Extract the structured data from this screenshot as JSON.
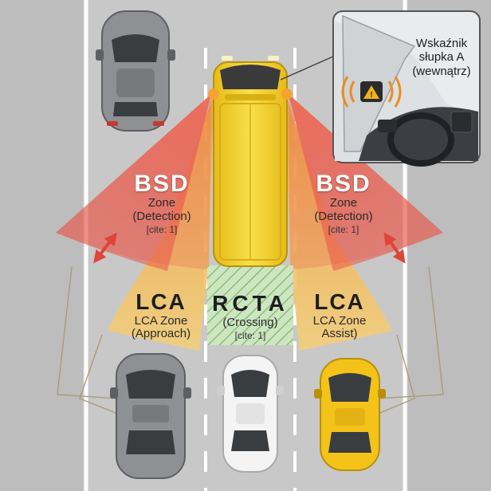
{
  "labels": {
    "bsd_left": {
      "title": "BSD",
      "line1": "Zone",
      "line2": "(Detection)",
      "cite": "[cite: 1]"
    },
    "bsd_right": {
      "title": "BSD",
      "line1": "Zone",
      "line2": "(Detection)",
      "cite": "[cite: 1]"
    },
    "lca_left": {
      "title": "LCA",
      "line1": "LCA Zone",
      "line2": "(Approach)"
    },
    "lca_right": {
      "title": "LCA",
      "line1": "LCA Zone",
      "line2": "Assist)"
    },
    "rcta": {
      "title": "RCTA",
      "line1": "(Crossing)",
      "cite": "[cite: 1]"
    }
  },
  "inset": {
    "line1": "Wskaźnik",
    "line2": "słupka A",
    "line3": "(wewnątrz)"
  },
  "colors": {
    "road": "#c8c8c8",
    "van": "#f2cf2e",
    "bsd_zone": "#e8584a",
    "lca_zone": "#f2b24a",
    "rcta_zone": "#9bd08b",
    "gray_car": "#8e9093",
    "white_car": "#f4f4f4",
    "yellow_car": "#f3c319",
    "arrow": "#e0443a"
  },
  "icons": [
    "double-arrow-icon",
    "warning-indicator-icon",
    "signal-wave-icon"
  ]
}
